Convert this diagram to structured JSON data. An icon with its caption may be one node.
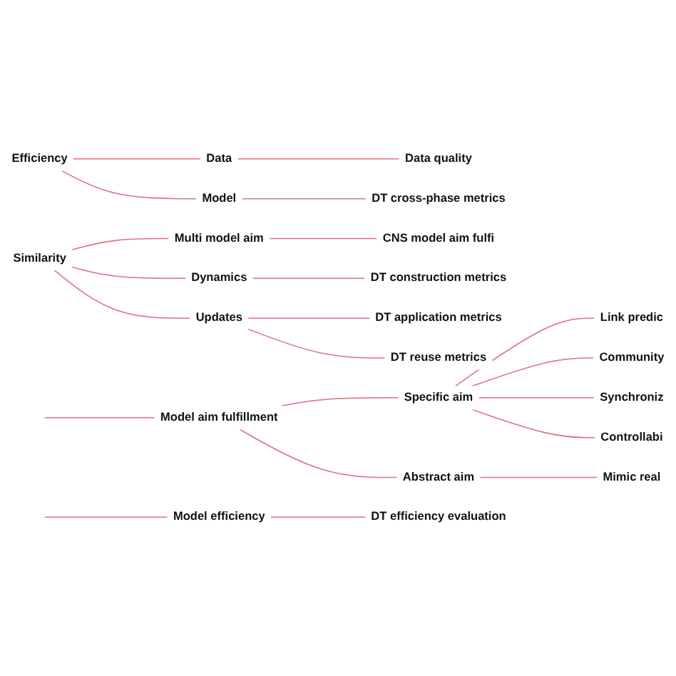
{
  "diagram": {
    "nodes": [
      {
        "text": [
          "Efficiency"
        ]
      },
      {
        "text": [
          "Data"
        ]
      },
      {
        "text": [
          "Data quality"
        ]
      },
      {
        "text": [
          "Model"
        ]
      },
      {
        "text": [
          "DT cross-phase metrics"
        ]
      },
      {
        "text": [
          "Similarity"
        ]
      },
      {
        "text": [
          "Multi model aim"
        ]
      },
      {
        "text": [
          "CNS model aim fulfi"
        ]
      },
      {
        "text": [
          "Dynamics"
        ]
      },
      {
        "text": [
          "DT construction metrics"
        ]
      },
      {
        "text": [
          "Updates"
        ]
      },
      {
        "text": [
          "DT application metrics"
        ]
      },
      {
        "text": [
          "DT reuse metrics"
        ]
      },
      {
        "text": [
          "Model aim fulfillment"
        ]
      },
      {
        "text": [
          "Specific aim"
        ]
      },
      {
        "text": [
          "Link predic"
        ]
      },
      {
        "text": [
          "Community"
        ]
      },
      {
        "text": [
          "Synchroniz"
        ]
      },
      {
        "text": [
          "Controllabi"
        ]
      },
      {
        "text": [
          "Abstract aim"
        ]
      },
      {
        "text": [
          "Mimic real"
        ]
      },
      {
        "text": [
          "Model efficiency"
        ]
      },
      {
        "text": [
          "DT efficiency evaluation"
        ]
      }
    ],
    "edges": [
      {
        "from": 0,
        "to": 1,
        "arrow": "none"
      },
      {
        "from": 0,
        "to": 3,
        "arrow": "none"
      },
      {
        "from": 1,
        "to": 2,
        "arrow": "none"
      },
      {
        "from": 3,
        "to": 4,
        "arrow": "none"
      },
      {
        "from": 5,
        "to": 6,
        "arrow": "none"
      },
      {
        "from": 5,
        "to": 8,
        "arrow": "none"
      },
      {
        "from": 5,
        "to": 10,
        "arrow": "none"
      },
      {
        "from": 6,
        "to": 7,
        "arrow": "none"
      },
      {
        "from": 8,
        "to": 9,
        "arrow": "none"
      },
      {
        "from": 10,
        "to": 11,
        "arrow": "none"
      },
      {
        "from": 10,
        "to": 12,
        "arrow": "none"
      },
      {
        "from": null,
        "to": 13,
        "arrow": "none"
      },
      {
        "from": 13,
        "to": 14,
        "arrow": "none"
      },
      {
        "from": 13,
        "to": 19,
        "arrow": "none"
      },
      {
        "from": 14,
        "to": 15,
        "arrow": "none"
      },
      {
        "from": 14,
        "to": 16,
        "arrow": "none"
      },
      {
        "from": 14,
        "to": 17,
        "arrow": "none"
      },
      {
        "from": 14,
        "to": 18,
        "arrow": "none"
      },
      {
        "from": 19,
        "to": 20,
        "arrow": "none"
      },
      {
        "from": null,
        "to": 21,
        "arrow": "none"
      },
      {
        "from": 21,
        "to": 22,
        "arrow": "none"
      }
    ]
  }
}
